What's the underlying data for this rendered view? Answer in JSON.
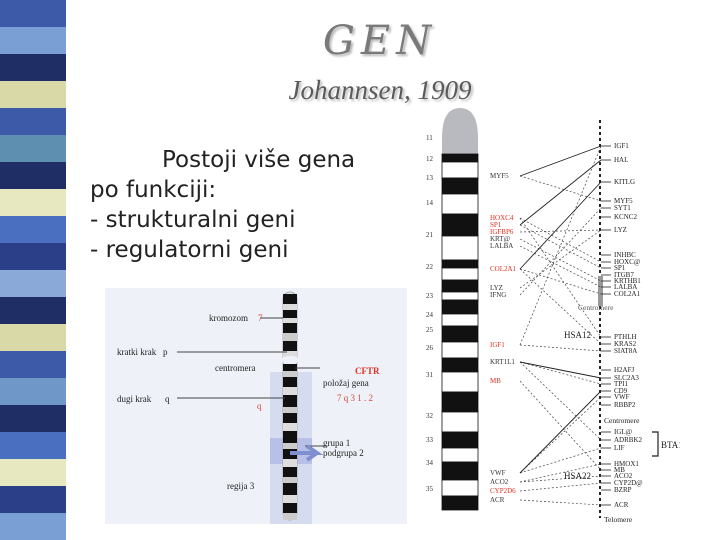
{
  "slide": {
    "title": "GEN",
    "subtitle": "Johannsen, 1909",
    "body_lines": [
      "Postoji više gena",
      "po funkciji:",
      "- strukturalni geni",
      "- regulatorni geni"
    ]
  },
  "diagram_left": {
    "labels": {
      "kromozom": "kromozom",
      "kromozom_mark": "7",
      "kratki": "kratki krak",
      "kratki_mark": "p",
      "centromera": "centromera",
      "dugi": "dugi krak",
      "dugi_mark": "q",
      "gene": "CFTR",
      "polozaj": "položaj gena",
      "polozaj_code": "7 q 3 1 . 2",
      "q_mark": "q",
      "grupa": "grupa 1",
      "podgrupa": "podgrupa 2",
      "regija": "regija 3"
    },
    "colors": {
      "gene": "#e0301e",
      "mark": "#d94a3a",
      "highlight": "#7f8fcf"
    }
  },
  "diagram_right": {
    "band_numbers": [
      "11",
      "12",
      "13",
      "14",
      "21",
      "22",
      "23",
      "24",
      "25",
      "26",
      "31",
      "32",
      "33",
      "34",
      "35"
    ],
    "left_genes": [
      {
        "label": "MYF5",
        "color": "#333333"
      },
      {
        "label": "HOXC4",
        "color": "#e0301e"
      },
      {
        "label": "SP1",
        "color": "#e0301e"
      },
      {
        "label": "IGFBP6",
        "color": "#e0301e"
      },
      {
        "label": "KRT@",
        "color": "#333333"
      },
      {
        "label": "LALBA",
        "color": "#333333"
      },
      {
        "label": "COL2A1",
        "color": "#e0301e"
      },
      {
        "label": "LYZ",
        "color": "#333333"
      },
      {
        "label": "IFNG",
        "color": "#333333"
      },
      {
        "label": "IGF1",
        "color": "#e0301e"
      },
      {
        "label": "KRT1L1",
        "color": "#333333"
      },
      {
        "label": "MB",
        "color": "#e0301e"
      },
      {
        "label": "VWF",
        "color": "#333333"
      },
      {
        "label": "ACO2",
        "color": "#333333"
      },
      {
        "label": "CYP2D6",
        "color": "#e0301e"
      },
      {
        "label": "ACR",
        "color": "#333333"
      }
    ],
    "right_genes": [
      "IGF1",
      "HAL",
      "KITLG",
      "MYF5",
      "SYT1",
      "KCNC2",
      "LYZ",
      "INHBC",
      "HOXC@",
      "SP1",
      "ITGB7",
      "KRTHB1",
      "LALBA",
      "COL2A1",
      "PTHLH",
      "KRAS2",
      "SIAT8A",
      "H2AFJ",
      "SLC2A3",
      "TPI1",
      "CD9",
      "VWF",
      "RBBP2",
      "IGL@",
      "ADRBK2",
      "LIF",
      "HMOX1",
      "MB",
      "ACO2",
      "CYP2D@",
      "BZRP",
      "ACR"
    ],
    "labels": {
      "centromere_right": "Centromere",
      "hsa12": "HSA12",
      "centromere_mid": "Centromere",
      "hsa22": "HSA22",
      "bta17": "BTA17",
      "telomere": "Telomere"
    }
  }
}
